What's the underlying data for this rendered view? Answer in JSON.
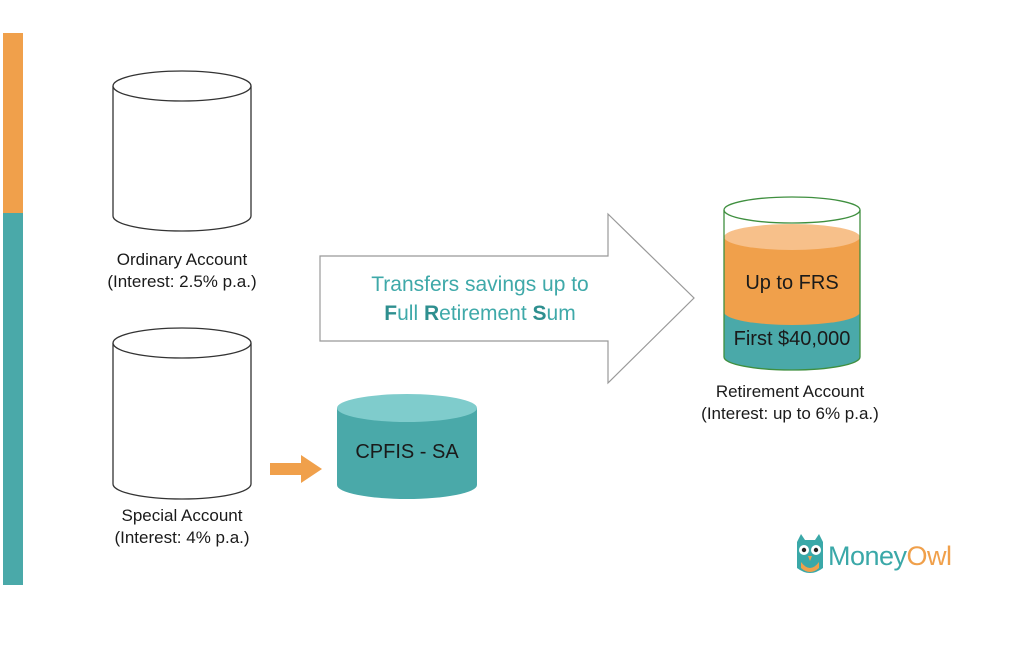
{
  "accounts": {
    "ordinary": {
      "name": "Ordinary Account",
      "interest": "(Interest: 2.5% p.a.)"
    },
    "special": {
      "name": "Special Account",
      "interest": "(Interest: 4% p.a.)"
    },
    "retirement": {
      "name": "Retirement Account",
      "interest": "(Interest: up to 6% p.a.)"
    }
  },
  "transfer": {
    "line1": "Transfers savings up to",
    "line2_parts": [
      {
        "bold": "F",
        "rest": "ull "
      },
      {
        "bold": "R",
        "rest": "etirement "
      },
      {
        "bold": "S",
        "rest": "um"
      }
    ]
  },
  "cpfis": {
    "label": "CPFIS - SA"
  },
  "retirement_layers": {
    "top": "Up to FRS",
    "bottom": "First $40,000"
  },
  "logo": {
    "part1": "Money",
    "part2": "Owl"
  },
  "colors": {
    "orange": "#f0a04b",
    "teal": "#4aa9a9",
    "teal_light": "#7fcccc",
    "green_outline": "#3f8f3f"
  }
}
